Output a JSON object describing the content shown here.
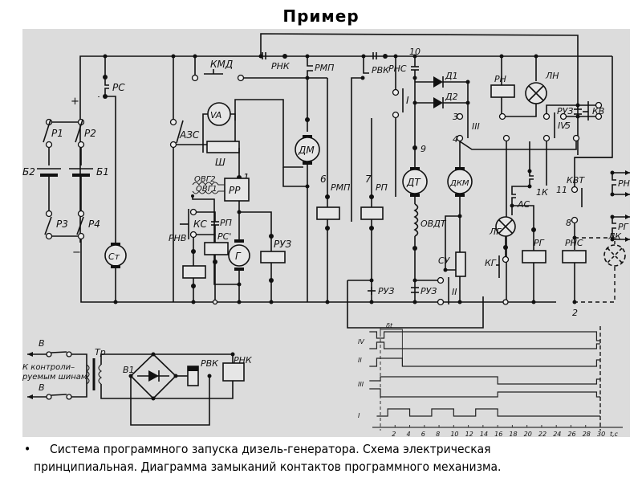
{
  "slide": {
    "title": "Пример",
    "caption": {
      "bullet": "•",
      "line1": "Система программного запуска дизель-генератора. Схема электрическая",
      "line2": "принципиальная. Диаграмма замыканий контактов программного механизма."
    }
  },
  "schematic": {
    "labels": {
      "plus": "+",
      "minus": "−",
      "b1": "Б1",
      "b2": "Б2",
      "p1": "Р1",
      "p2": "Р2",
      "p3": "Р3",
      "p4": "Р4",
      "rs": "РС",
      "st": "Ст",
      "azs": "АЗС",
      "kmd": "КМД",
      "va": "VA",
      "sh": "Ш",
      "ovg2": "ОВГ2",
      "ovg1": "ОВГ1",
      "rr": "РР",
      "node1": "1",
      "ks": "КС",
      "rp_contact": "РП",
      "rs_coil": "РС'",
      "rnv": "РНВ",
      "g": "Г",
      "ruz_coil": "РУЗ",
      "rnk": "РНК",
      "rmp_contact": "РМП",
      "rvk": "РВК",
      "dm": "ДМ",
      "node6": "6",
      "rmp_coil": "РМП",
      "sw1": "I",
      "node7": "7",
      "rp_coil": "РП",
      "node10": "10",
      "rns_contact": "РНС",
      "node9": "9",
      "dt": "ДТ",
      "ovdt": "ОВДТ",
      "ruz_a": "РУЗ",
      "ruz_b": "РУЗ",
      "sw2": "II",
      "d1": "Д1",
      "d2": "Д2",
      "dkm": "ДКМ",
      "su": "СУ",
      "node3": "3",
      "node4": "4",
      "sw3": "III",
      "rn": "РН",
      "ln": "ЛН",
      "sw4": "IV",
      "ruz_c": "РУЗ",
      "node5": "5",
      "kv": "КВ",
      "k1": "1К",
      "as": "АС",
      "lg": "ЛГ",
      "kg": "КГ",
      "rg": "РГ",
      "node11": "11",
      "kvt": "КВТ",
      "node8": "8",
      "rns_coil": "РНС",
      "node2": "2",
      "lk": "ЛК",
      "out_rn": "РН",
      "out_rg": "РГ"
    },
    "aux_circuit": {
      "b_top": "В",
      "b_bottom": "В",
      "to_buses_1": "К контроли–",
      "to_buses_2": "руемым шинам",
      "tr": "Тр",
      "v1": "В1",
      "rvk": "РВК",
      "rnk": "РНК"
    }
  },
  "timing_diagram": {
    "x_axis": {
      "label": "t,c",
      "ticks": [
        "2",
        "4",
        "6",
        "8",
        "10",
        "12",
        "14",
        "16",
        "18",
        "20",
        "22",
        "24",
        "26",
        "28",
        "30"
      ],
      "range": [
        0,
        30
      ]
    },
    "interval_label": "δt",
    "rows": [
      {
        "label": "IV"
      },
      {
        "label": "II"
      },
      {
        "label": "III"
      },
      {
        "label": "I",
        "on_intervals": [
          [
            1,
            4
          ],
          [
            7,
            10
          ],
          [
            13,
            16
          ]
        ]
      }
    ]
  }
}
